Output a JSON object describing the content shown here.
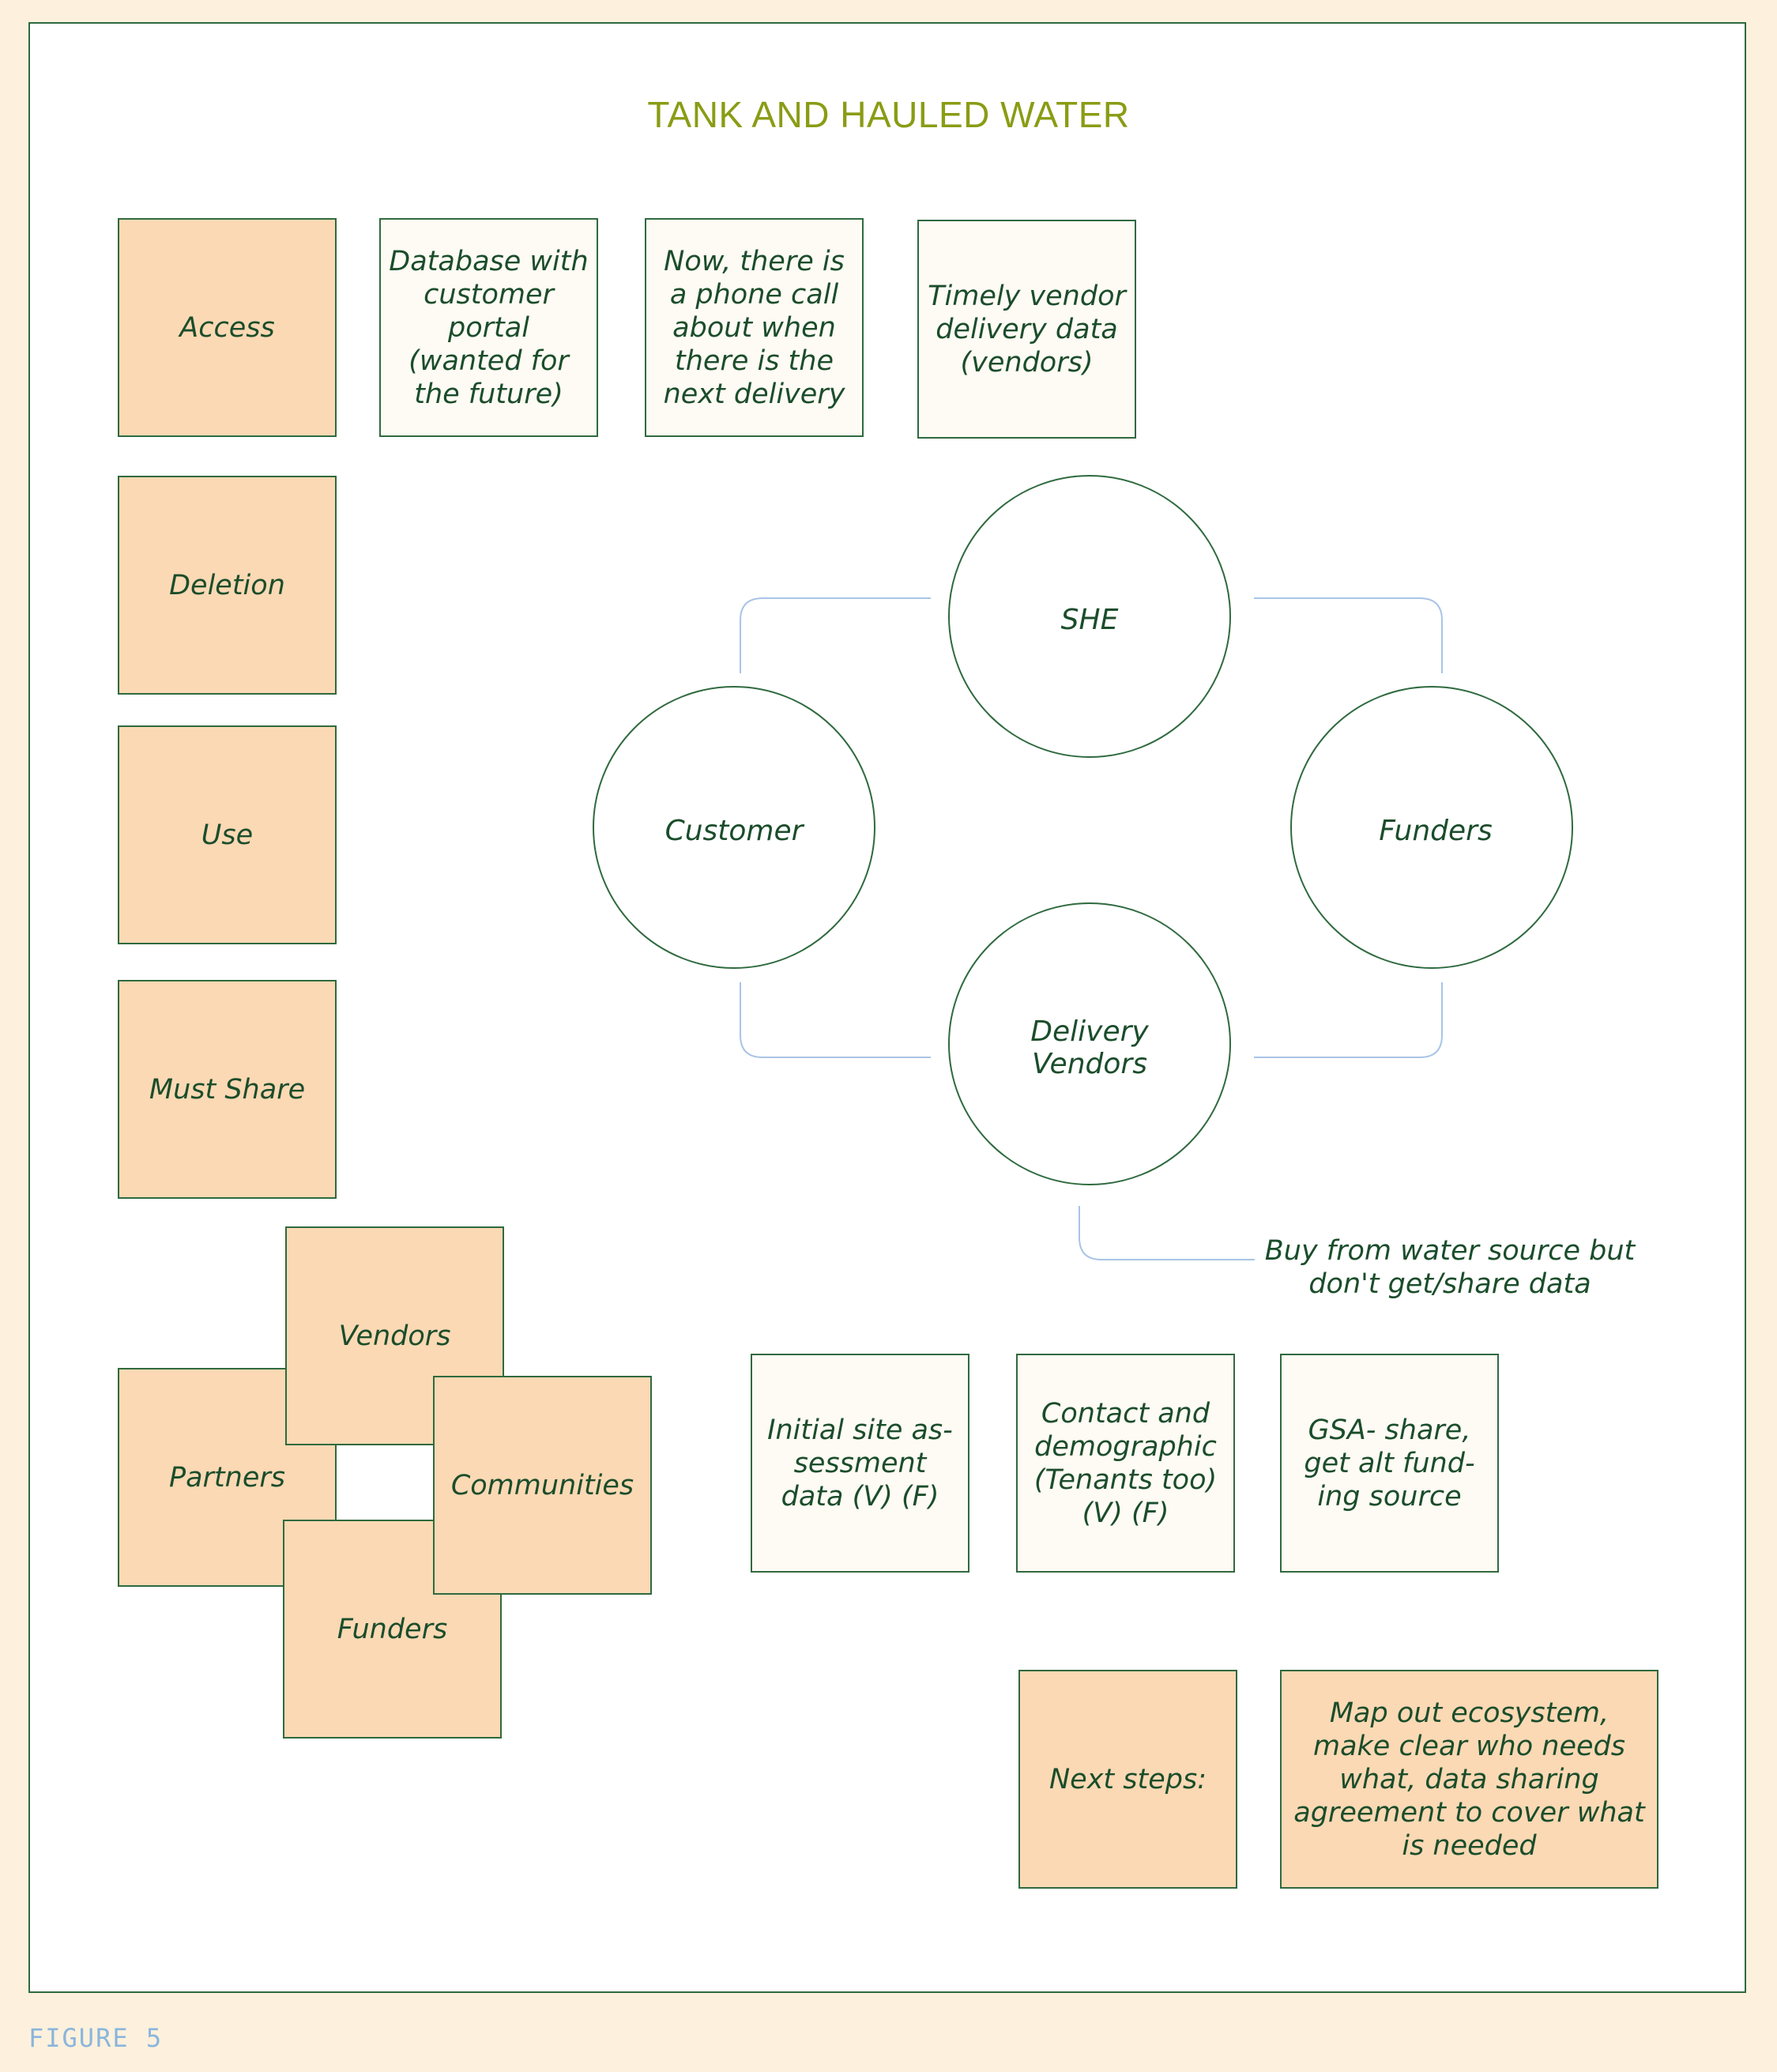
{
  "title": "TANK AND HAULED WATER",
  "caption": "FIGURE 5",
  "colors": {
    "background": "#fdf1dd",
    "frame_border": "#2f6a3f",
    "title": "#8a9c14",
    "peach_note": "#fbd9b4",
    "cream_note": "#fefaf4",
    "text": "#1b4d2b",
    "connector": "#a9c4e6",
    "caption": "#8bb5dc"
  },
  "categories": {
    "access": "Access",
    "deletion": "Deletion",
    "use": "Use",
    "must_share": "Must Share"
  },
  "access_notes": [
    "Database with customer portal (wanted for the future)",
    "Now, there is a phone call about when there is the next delivery",
    "Timely vendor delivery data (vendors)"
  ],
  "ecosystem": {
    "nodes": {
      "she": "SHE",
      "customer": "Customer",
      "funders": "Funders",
      "delivery_vendors": "Delivery Vendors"
    },
    "vendor_note": "Buy from water source but don't get/share data"
  },
  "stakeholders": {
    "vendors": "Vendors",
    "partners": "Partners",
    "communities": "Communities",
    "funders": "Funders"
  },
  "data_notes": [
    "Initial site as-sessment data (V) (F)",
    "Contact and demographic (Tenants too) (V) (F)",
    "GSA- share, get alt fund-ing source"
  ],
  "next_steps": {
    "label": "Next steps:",
    "text": "Map out ecosystem, make clear who needs what, data sharing agreement to cover what is needed"
  }
}
